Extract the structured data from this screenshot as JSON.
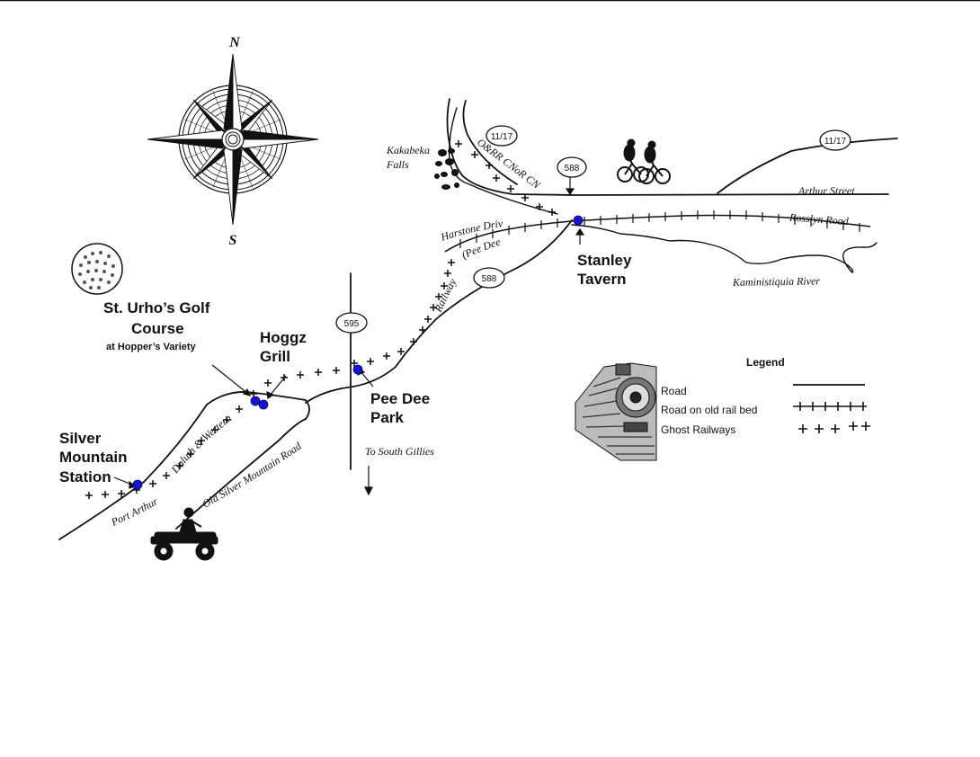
{
  "compass": {
    "north": "N",
    "south": "S"
  },
  "highway_shields": [
    {
      "id": "hwy-11-17-west",
      "label": "11/17"
    },
    {
      "id": "hwy-11-17-east",
      "label": "11/17"
    },
    {
      "id": "hwy-588-north",
      "label": "588"
    },
    {
      "id": "hwy-588-south",
      "label": "588"
    },
    {
      "id": "hwy-595",
      "label": "595"
    }
  ],
  "labels": {
    "kakabeka": "Kakabeka",
    "falls": "Falls",
    "oerr": "O&RR",
    "cnor": "CNoR",
    "cn": "CN",
    "arthur_street": "Arthur Street",
    "rosslyn_road": "Rosslyn Road",
    "harstone_drive": "Harstone Drive",
    "pee_dee": "(Pee Dee)",
    "railway": "Railway",
    "kaministiquia": "Kaministiquia River",
    "to_south_gillies": "To South Gillies",
    "duluth_western": "Duluth & Western",
    "port_arthur": "Port Arthur",
    "old_silver_mountain_road": "Old Silver Mountain Road"
  },
  "pois": {
    "golf_line1": "St. Urho’s Golf",
    "golf_line2": "Course",
    "golf_sub": "at Hopper’s Variety",
    "hoggz_line1": "Hoggz",
    "hoggz_line2": "Grill",
    "peedee_line1": "Pee Dee",
    "peedee_line2": "Park",
    "silver_line1": "Silver",
    "silver_line2": "Mountain",
    "silver_line3": "Station",
    "stanley_line1": "Stanley",
    "stanley_line2": "Tavern"
  },
  "legend": {
    "title": "Legend",
    "road": "Road",
    "road_rail": "Road on old rail bed",
    "ghost": "Ghost Railways"
  },
  "colors": {
    "ink": "#111111",
    "poi_marker": "#1515cc"
  }
}
